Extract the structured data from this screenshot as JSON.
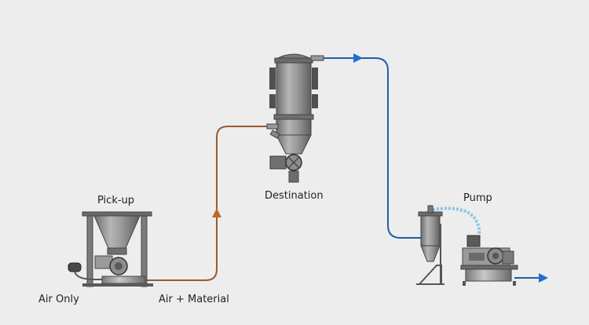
{
  "labels": {
    "pickup": "Pick-up",
    "destination": "Destination",
    "pump": "Pump",
    "air_only": "Air Only",
    "air_material": "Air + Material"
  },
  "colors": {
    "background": "#ededed",
    "air_material_line": "#9a5a2e",
    "air_line": "#1f5ea8",
    "vacuum_hose": "#8cc6e8",
    "equipment": "#8c8c8c",
    "equipment_dark": "#4a4a4a",
    "frame": "#6e6e6e"
  }
}
